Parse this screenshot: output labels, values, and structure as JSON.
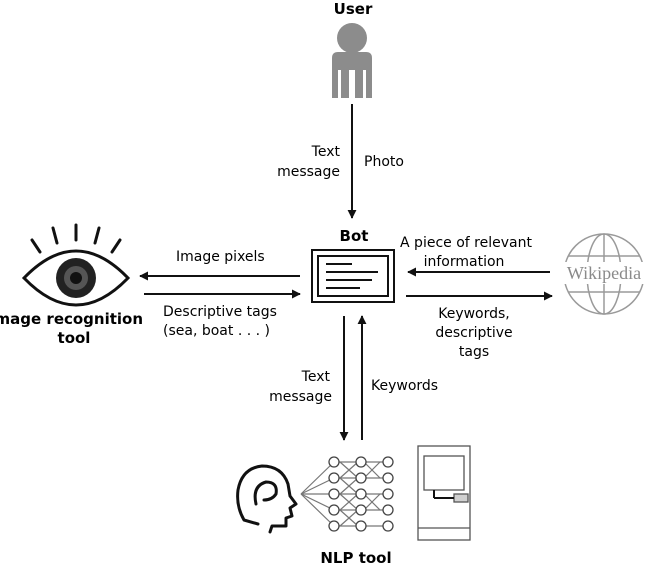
{
  "nodes": {
    "user": {
      "label": "User",
      "icon": "user-icon"
    },
    "bot": {
      "label": "Bot",
      "icon": "chat-window-icon"
    },
    "image_tool": {
      "label_line1": "Image recognition",
      "label_line2": "tool",
      "icon": "eye-icon"
    },
    "nlp_tool": {
      "label": "NLP tool",
      "icons": [
        "head-profile-icon",
        "neural-network-icon",
        "computer-icon"
      ]
    },
    "wikipedia": {
      "label": "Wikipedia",
      "icon": "globe-icon"
    }
  },
  "edges": {
    "user_to_bot": {
      "left_line1": "Text",
      "left_line2": "message",
      "right": "Photo"
    },
    "bot_to_image": {
      "label": "Image pixels"
    },
    "image_to_bot": {
      "line1": "Descriptive tags",
      "line2": "(sea, boat . . . )"
    },
    "wiki_to_bot": {
      "line1": "A piece of relevant",
      "line2": "information"
    },
    "bot_to_wiki": {
      "line1": "Keywords,",
      "line2": "descriptive",
      "line3": "tags"
    },
    "bot_to_nlp": {
      "line1": "Text",
      "line2": "message"
    },
    "nlp_to_bot": {
      "label": "Keywords"
    }
  },
  "colors": {
    "ink": "#111111",
    "user_gray": "#8c8c8c",
    "wiki_gray": "#9a9a9a"
  }
}
